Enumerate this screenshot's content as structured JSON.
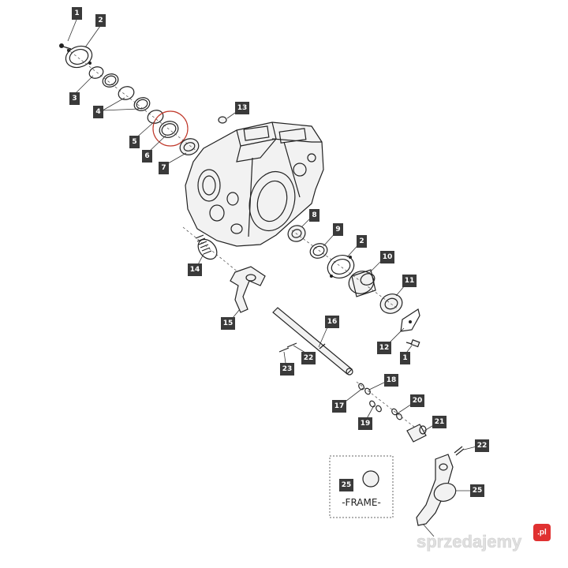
{
  "callouts": {
    "c1a": "1",
    "c2a": "2",
    "c3": "3",
    "c4": "4",
    "c5": "5",
    "c6": "6",
    "c7": "7",
    "c8": "8",
    "c9": "9",
    "c2b": "2",
    "c10": "10",
    "c11": "11",
    "c12": "12",
    "c1b": "1",
    "c13": "13",
    "c14": "14",
    "c15": "15",
    "c16": "16",
    "c22a": "22",
    "c23": "23",
    "c17": "17",
    "c18": "18",
    "c19": "19",
    "c20": "20",
    "c21": "21",
    "c22b": "22",
    "c25a": "25",
    "c25b": "25"
  },
  "frame": {
    "label": "-FRAME-"
  },
  "watermark": {
    "text": "sprzedajemy",
    "suffix": ".pl"
  },
  "colors": {
    "callout": "#3a3a3a",
    "highlight": "#c0392b",
    "watermark_badge": "#e03131"
  }
}
